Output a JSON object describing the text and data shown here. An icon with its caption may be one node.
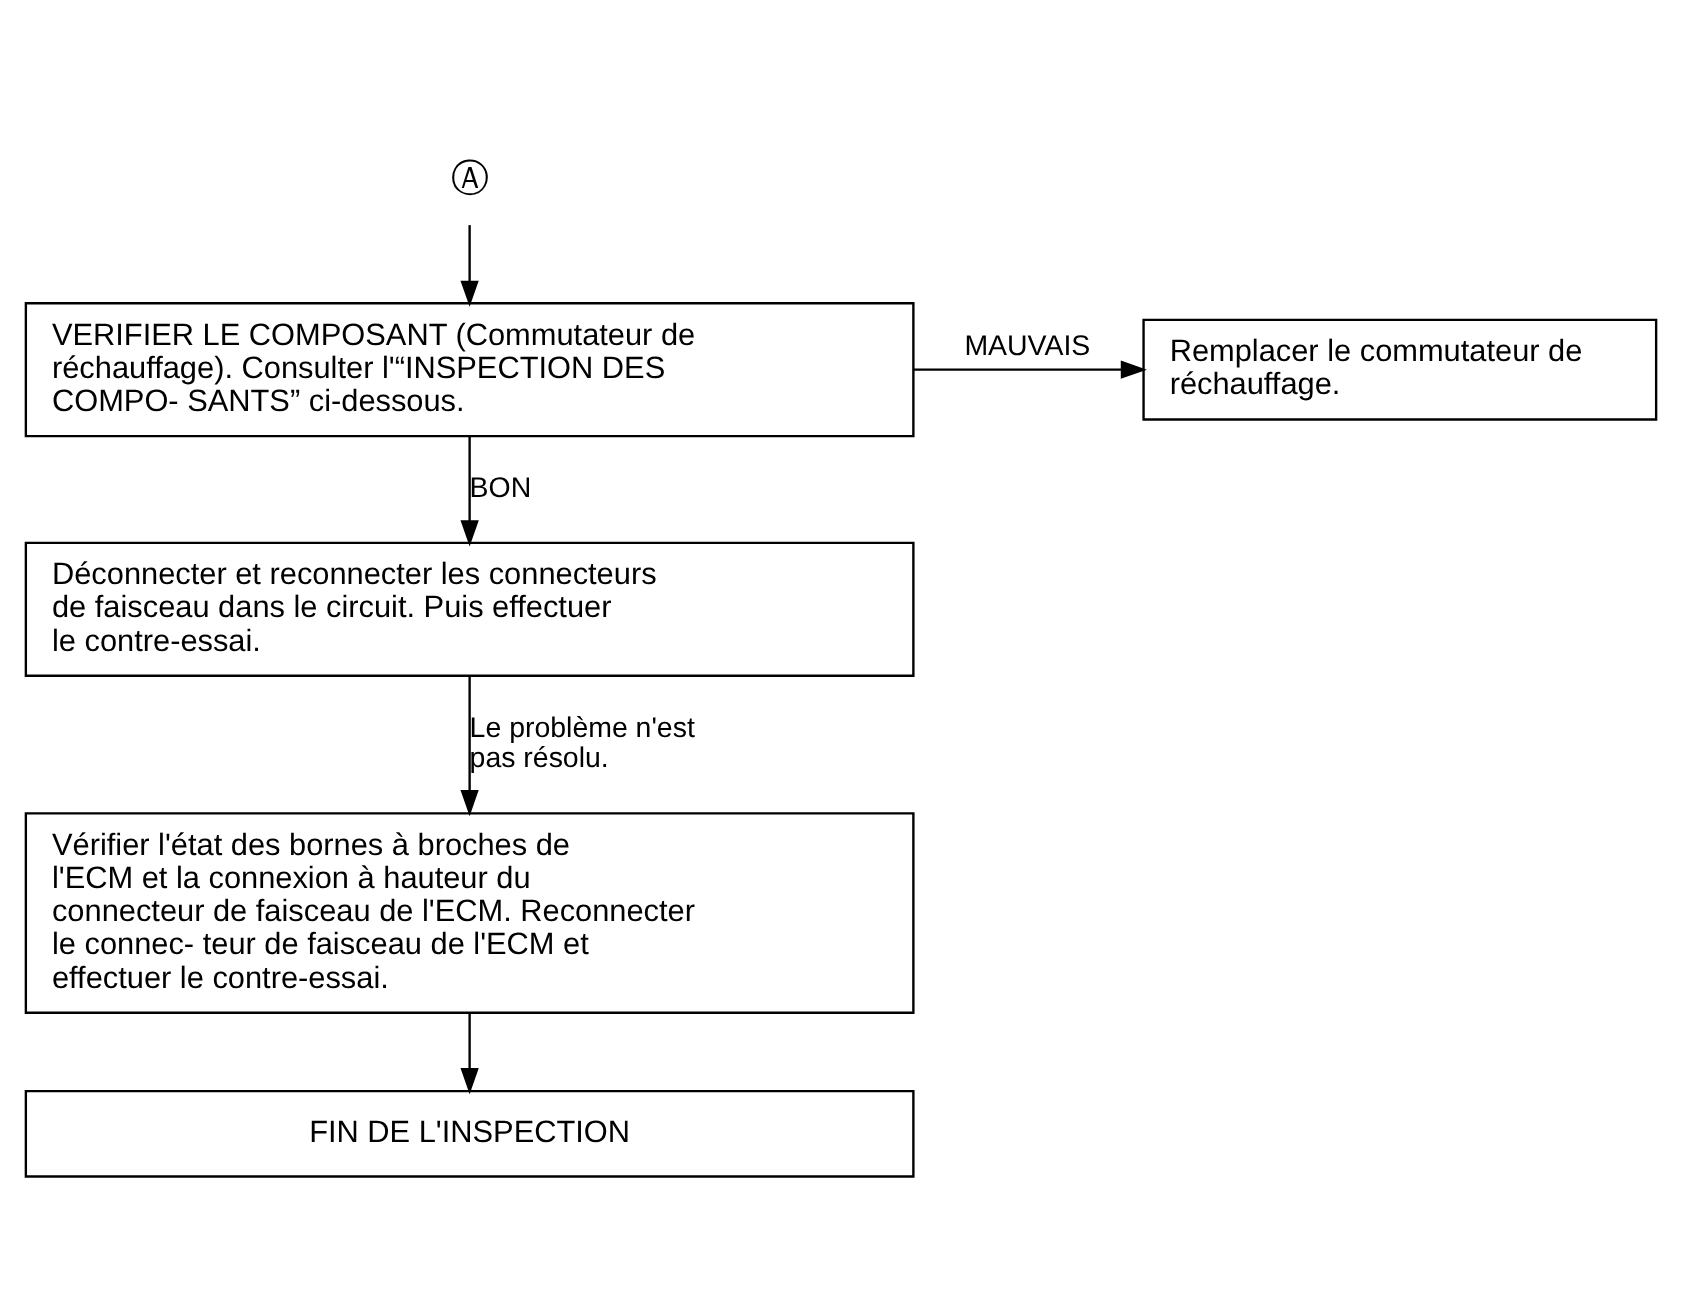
{
  "diagram": {
    "nodes": [
      {
        "text": [
          "Ⓐ"
        ]
      },
      {
        "text": [
          "VERIFIER LE COMPOSANT (Commutateur de réchauffage). Consulter l'“INSPECTION DES COMPO- SANTS” ci-dessous."
        ]
      },
      {
        "text": [
          "Remplacer le commutateur de réchauffage."
        ]
      },
      {
        "text": [
          "Déconnecter et reconnecter les connecteurs de faisceau dans le circuit. Puis effectuer le contre-essai."
        ]
      },
      {
        "text": [
          "Vérifier l'état des bornes à broches de l'ECM et la connexion à hauteur du connecteur de faisceau de l'ECM. Reconnecter le connec- teur de faisceau de l'ECM et effectuer le contre-essai."
        ]
      },
      {
        "text": [
          "FIN DE L'INSPECTION"
        ]
      }
    ],
    "edges": [
      {
        "from": 0,
        "to": 1,
        "arrow": "to"
      },
      {
        "from": 1,
        "to": 2,
        "arrow": "to",
        "label": "MAUVAIS"
      },
      {
        "from": 1,
        "to": 3,
        "arrow": "to",
        "label": "BON"
      },
      {
        "from": 3,
        "to": 4,
        "arrow": "to",
        "label": "Le problème n'est pas résolu."
      },
      {
        "from": 4,
        "to": 5,
        "arrow": "to"
      }
    ]
  }
}
